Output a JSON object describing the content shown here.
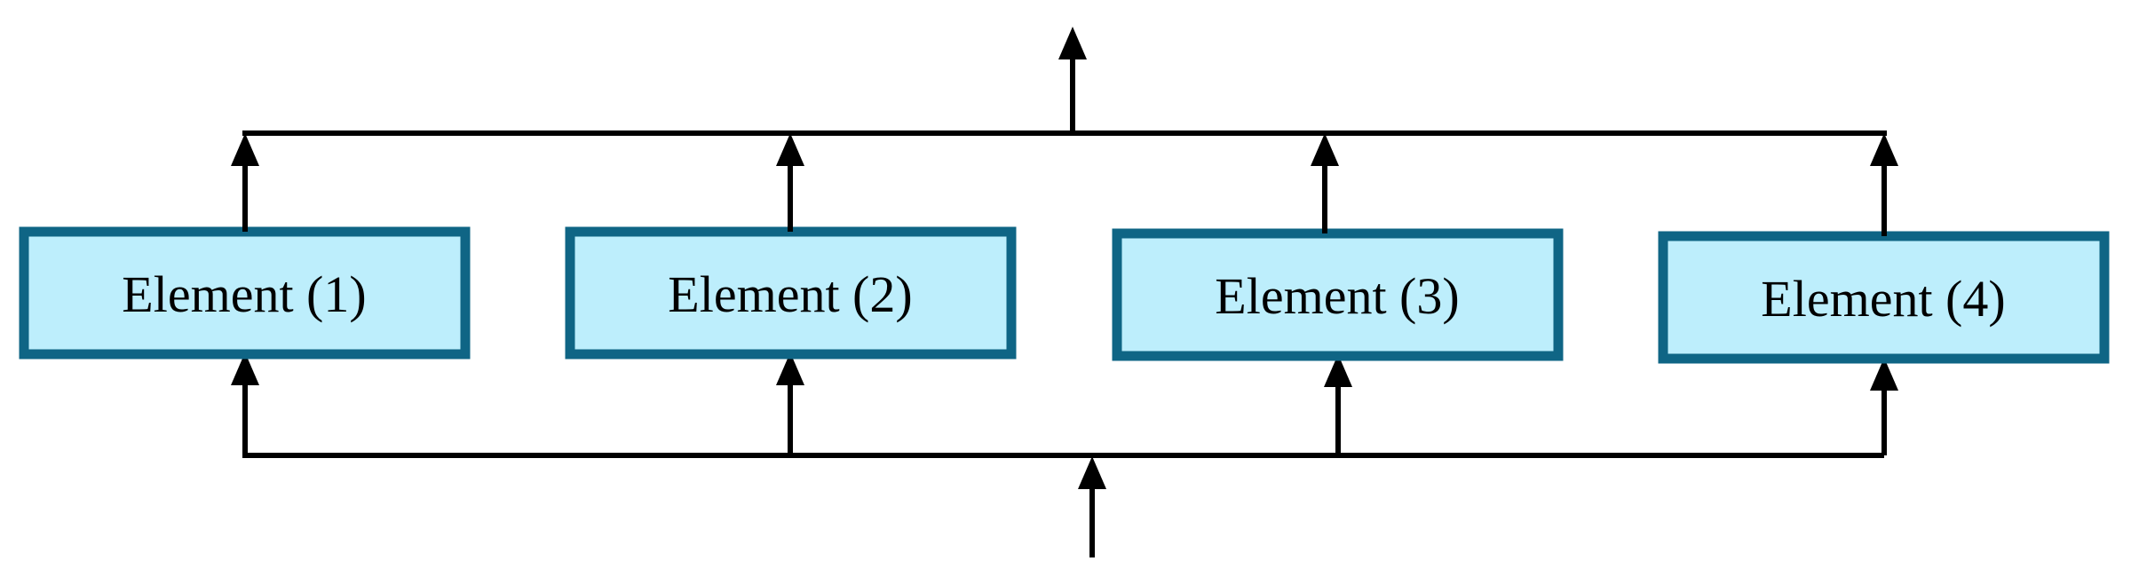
{
  "elements": [
    {
      "label": "Element (1)"
    },
    {
      "label": "Element (2)"
    },
    {
      "label": "Element (3)"
    },
    {
      "label": "Element (4)"
    }
  ],
  "colors": {
    "box_fill": "#bdeefc",
    "box_border": "#0f6585",
    "wire": "#000000"
  }
}
